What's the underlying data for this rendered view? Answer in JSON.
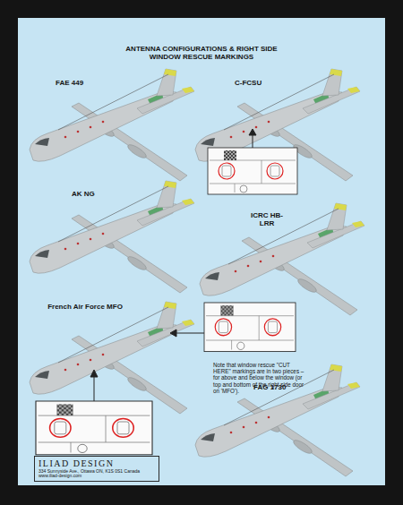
{
  "diagram": {
    "title": "ANTENNA CONFIGURATIONS & RIGHT SIDE WINDOW RESCUE MARKINGS",
    "nodes": [
      {
        "text": [
          "ILIAD DESIGN",
          "334 Sunnyside Ave., Ottawa ON, K1S 0S1  Canada",
          "www.iliad-design.com"
        ]
      }
    ],
    "labels": [
      "FAE 449",
      "C-FCSU",
      "AK NG",
      "ICRC HB-LRR",
      "French Air Force MFO",
      "Note that window rescue \"CUT HERE\" markings are in two pieces – for above and below the window (or top and bottom of the right side door on 'MFO').",
      "FAG 1730"
    ]
  }
}
